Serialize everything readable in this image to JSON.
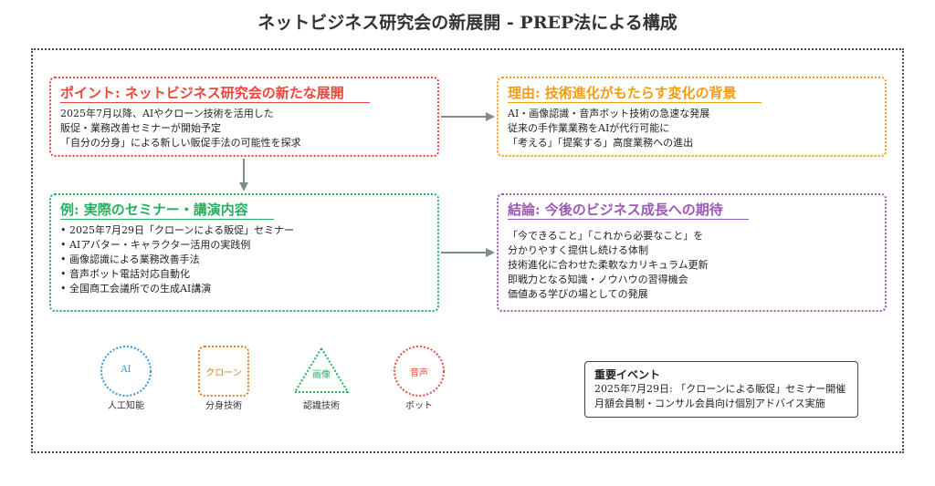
{
  "title": "ネットビジネス研究会の新展開 - PREP法による構成",
  "point": {
    "heading": "ポイント: ネットビジネス研究会の新たな展開",
    "lines": [
      "2025年7月以降、AIやクローン技術を活用した",
      "販促・業務改善セミナーが開始予定",
      "「自分の分身」による新しい販促手法の可能性を探求"
    ]
  },
  "reason": {
    "heading": "理由: 技術進化がもたらす変化の背景",
    "lines": [
      "AI・画像認識・音声ボット技術の急速な発展",
      "従来の手作業業務をAIが代行可能に",
      "「考える」「提案する」高度業務への進出"
    ]
  },
  "example": {
    "heading": "例: 実際のセミナー・講演内容",
    "lines": [
      "• 2025年7月29日「クローンによる販促」セミナー",
      "• AIアバター・キャラクター活用の実践例",
      "• 画像認識による業務改善手法",
      "• 音声ボット電話対応自動化",
      "• 全国商工会議所での生成AI講演"
    ]
  },
  "conclusion": {
    "heading": "結論: 今後のビジネス成長への期待",
    "lines": [
      "「今できること」「これから必要なこと」を",
      "分かりやすく提供し続ける体制",
      "技術進化に合わせた柔軟なカリキュラム更新",
      "即戦力となる知識・ノウハウの習得機会",
      "価値ある学びの場としての発展"
    ]
  },
  "icons": [
    {
      "shape": "circle",
      "text": "AI",
      "label": "人工知能",
      "color": "#3498db",
      "name": "ai-circle-icon"
    },
    {
      "shape": "square",
      "text": "クローン",
      "label": "分身技術",
      "color": "#e67e22",
      "name": "clone-square-icon"
    },
    {
      "shape": "triangle",
      "text": "画像",
      "label": "認識技術",
      "color": "#27ae60",
      "name": "image-triangle-icon"
    },
    {
      "shape": "circle",
      "text": "音声",
      "label": "ボット",
      "color": "#e74c3c",
      "name": "voice-circle-icon"
    }
  ],
  "event": {
    "heading": "重要イベント",
    "lines": [
      "2025年7月29日: 「クローンによる販促」セミナー開催",
      "月額会員制・コンサル会員向け個別アドバイス実施"
    ]
  },
  "colors": {
    "point": "#e8453c",
    "reason": "#f39c12",
    "example": "#27ae60",
    "conclusion": "#9b59b6",
    "arrow": "#7f8c8d",
    "frame": "#3a4a63"
  }
}
